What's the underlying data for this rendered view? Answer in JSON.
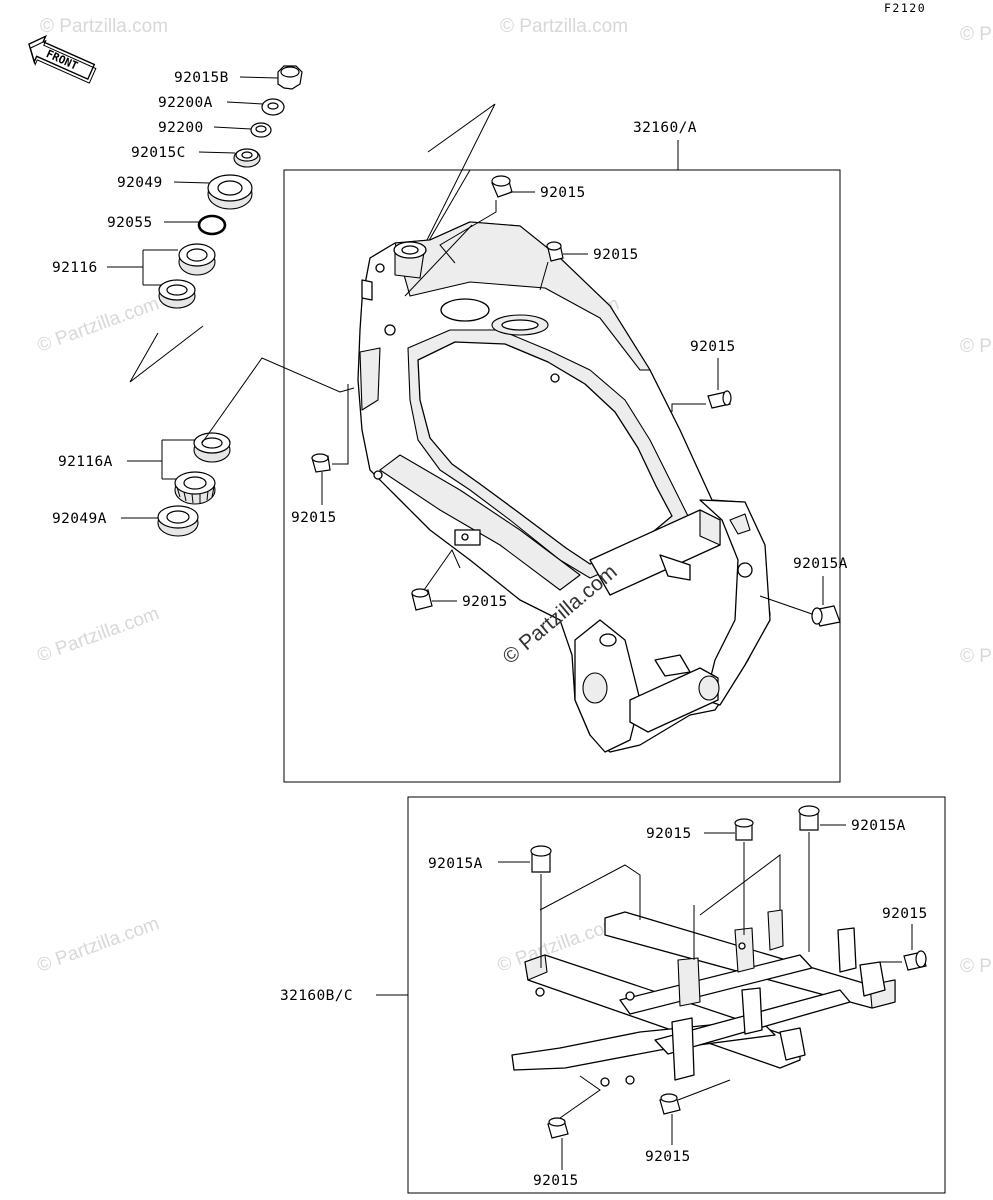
{
  "figure_code": "F2120",
  "front_label": "FRONT",
  "watermark": "© Partzilla.com",
  "parts": {
    "p92015B": "92015B",
    "p92200A": "92200A",
    "p92200": "92200",
    "p92015C": "92015C",
    "p92049": "92049",
    "p92055": "92055",
    "p92116": "92116",
    "p92116A": "92116A",
    "p92049A": "92049A",
    "p32160A": "32160/A",
    "p32160BC": "32160B/C",
    "p92015": "92015",
    "p92015A": "92015A"
  }
}
